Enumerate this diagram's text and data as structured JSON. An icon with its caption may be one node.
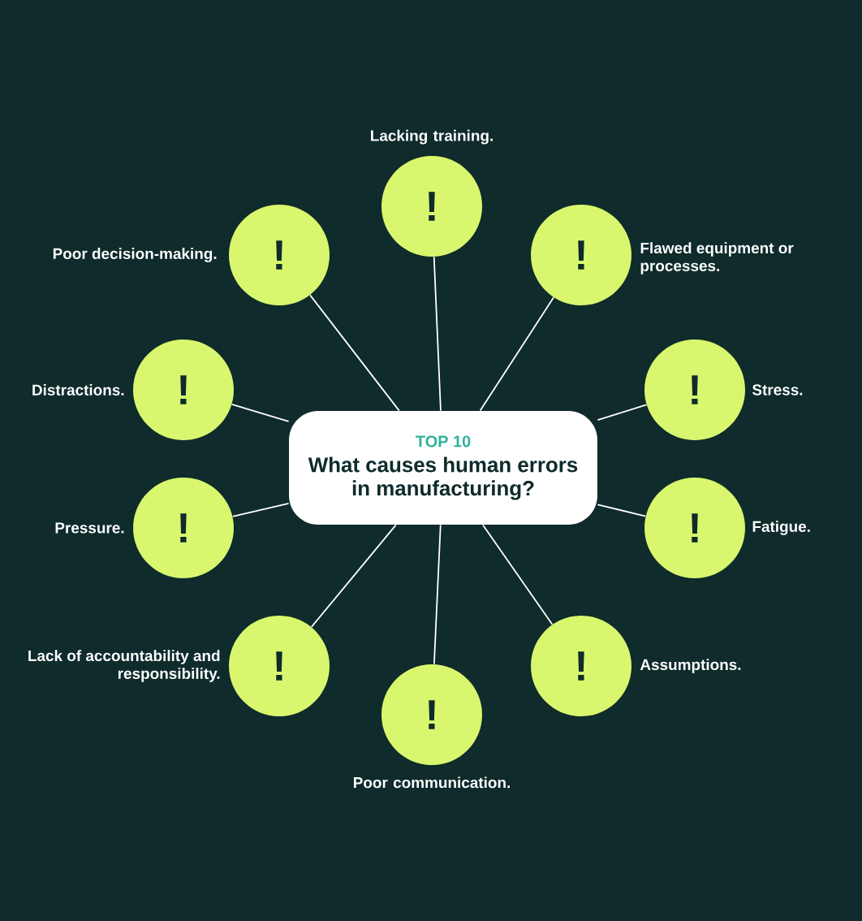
{
  "diagram": {
    "nodes": [
      {
        "text": [
          "TOP 10",
          "What causes human errors in manufacturing?"
        ]
      },
      {
        "text": [
          "!"
        ],
        "beside": [
          "Lacking training."
        ]
      },
      {
        "text": [
          "!"
        ],
        "beside": [
          "Poor decision-making."
        ]
      },
      {
        "text": [
          "!"
        ],
        "beside": [
          "Flawed equipment or processes."
        ]
      },
      {
        "text": [
          "!"
        ],
        "beside": [
          "Distractions."
        ]
      },
      {
        "text": [
          "!"
        ],
        "beside": [
          "Stress."
        ]
      },
      {
        "text": [
          "!"
        ],
        "beside": [
          "Pressure."
        ]
      },
      {
        "text": [
          "!"
        ],
        "beside": [
          "Fatigue."
        ]
      },
      {
        "text": [
          "!"
        ],
        "beside": [
          "Lack of accountability and responsibility."
        ]
      },
      {
        "text": [
          "!"
        ],
        "beside": [
          "Assumptions."
        ]
      },
      {
        "text": [
          "!"
        ],
        "beside": [
          "Poor communication."
        ]
      }
    ],
    "edges": [
      {
        "from": 0,
        "to": 1,
        "arrow": "none"
      },
      {
        "from": 0,
        "to": 2,
        "arrow": "none"
      },
      {
        "from": 0,
        "to": 3,
        "arrow": "none"
      },
      {
        "from": 0,
        "to": 4,
        "arrow": "none"
      },
      {
        "from": 0,
        "to": 5,
        "arrow": "none"
      },
      {
        "from": 0,
        "to": 6,
        "arrow": "none"
      },
      {
        "from": 0,
        "to": 7,
        "arrow": "none"
      },
      {
        "from": 0,
        "to": 8,
        "arrow": "none"
      },
      {
        "from": 0,
        "to": 9,
        "arrow": "none"
      },
      {
        "from": 0,
        "to": 10,
        "arrow": "none"
      }
    ]
  }
}
